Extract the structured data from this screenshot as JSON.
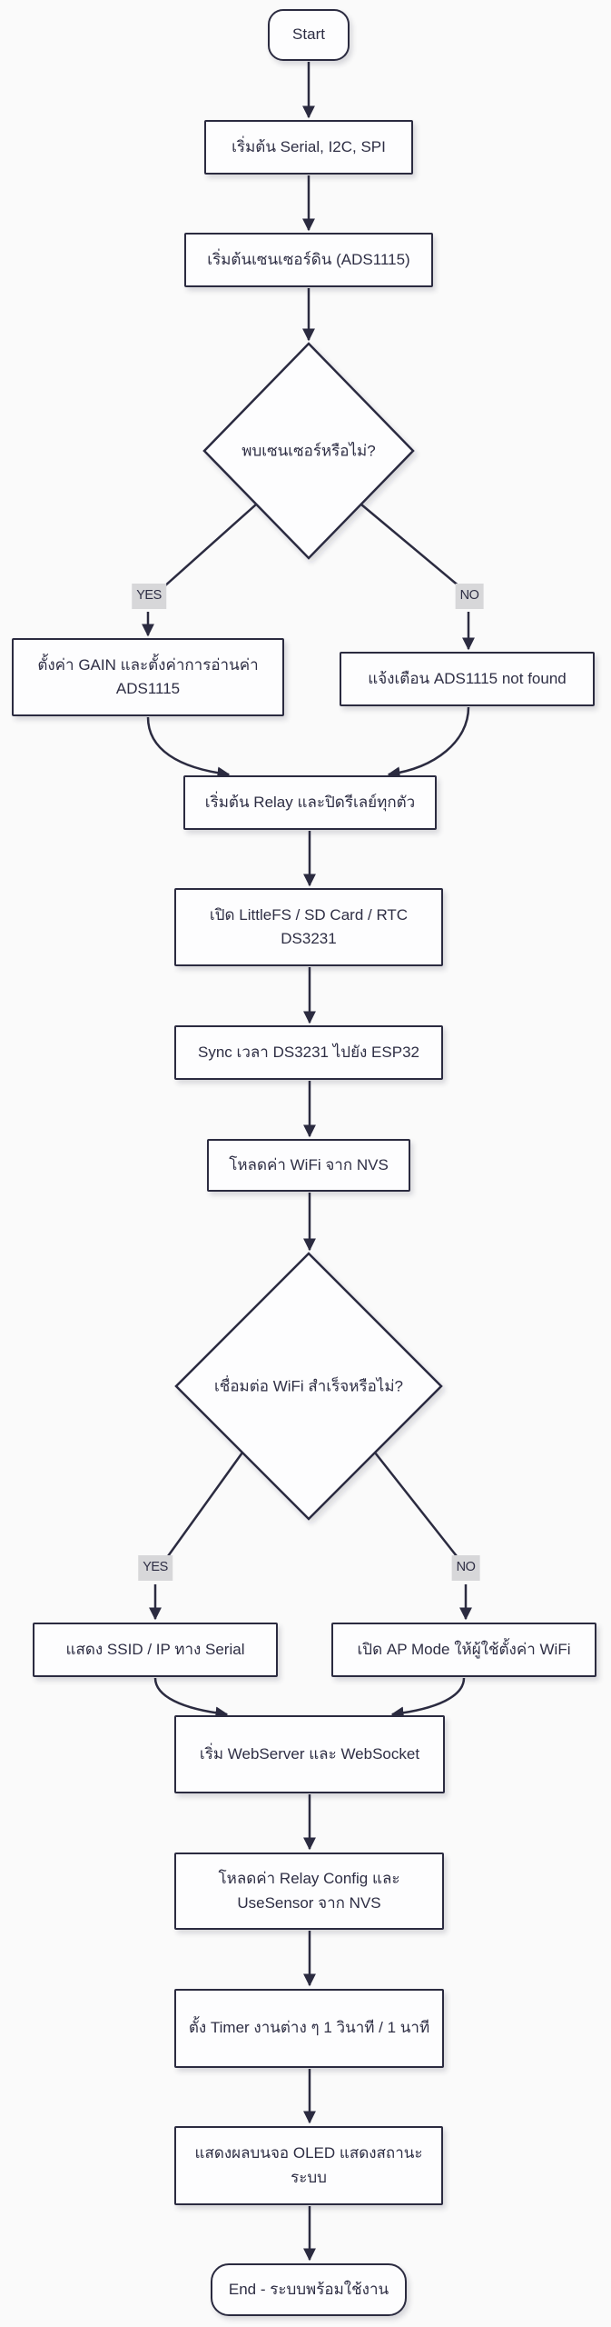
{
  "flowchart": {
    "title_hint": "ESP32 system startup flowchart (Thai)",
    "nodes": {
      "start": {
        "label": "Start"
      },
      "init_serial": {
        "label": "เริ่มต้น Serial, I2C, SPI"
      },
      "init_soil_sensor": {
        "label": "เริ่มต้นเซนเซอร์ดิน (ADS1115)"
      },
      "decision_sensor_found": {
        "label": "พบเซนเซอร์หรือไม่?"
      },
      "set_gain": {
        "label": "ตั้งค่า GAIN และตั้งค่าการอ่านค่า ADS1115"
      },
      "warn_not_found": {
        "label": "แจ้งเตือน ADS1115 not found"
      },
      "init_relay": {
        "label": "เริ่มต้น Relay และปิดรีเลย์ทุกตัว"
      },
      "open_storage": {
        "label": "เปิด LittleFS / SD Card / RTC DS3231"
      },
      "sync_time": {
        "label": "Sync เวลา DS3231 ไปยัง ESP32"
      },
      "load_wifi": {
        "label": "โหลดค่า WiFi จาก NVS"
      },
      "decision_wifi": {
        "label": "เชื่อมต่อ WiFi สำเร็จหรือไม่?"
      },
      "show_ssid": {
        "label": "แสดง SSID / IP ทาง Serial"
      },
      "ap_mode": {
        "label": "เปิด AP Mode ให้ผู้ใช้ตั้งค่า WiFi"
      },
      "start_webserver": {
        "label": "เริ่ม WebServer และ WebSocket"
      },
      "load_relay_config": {
        "label": "โหลดค่า Relay Config และ UseSensor จาก NVS"
      },
      "set_timer": {
        "label": "ตั้ง Timer งานต่าง ๆ 1 วินาที / 1 นาที"
      },
      "oled_status": {
        "label": "แสดงผลบนจอ OLED แสดงสถานะ ระบบ"
      },
      "end": {
        "label": "End - ระบบพร้อมใช้งาน"
      }
    },
    "edge_labels": {
      "yes": "YES",
      "no": "NO"
    },
    "colors": {
      "stroke": "#2b2b40",
      "text": "#2e2e44",
      "fill": "#fdfdfe",
      "labelbg": "#d7d7d9",
      "bg": "#fafafa"
    }
  }
}
